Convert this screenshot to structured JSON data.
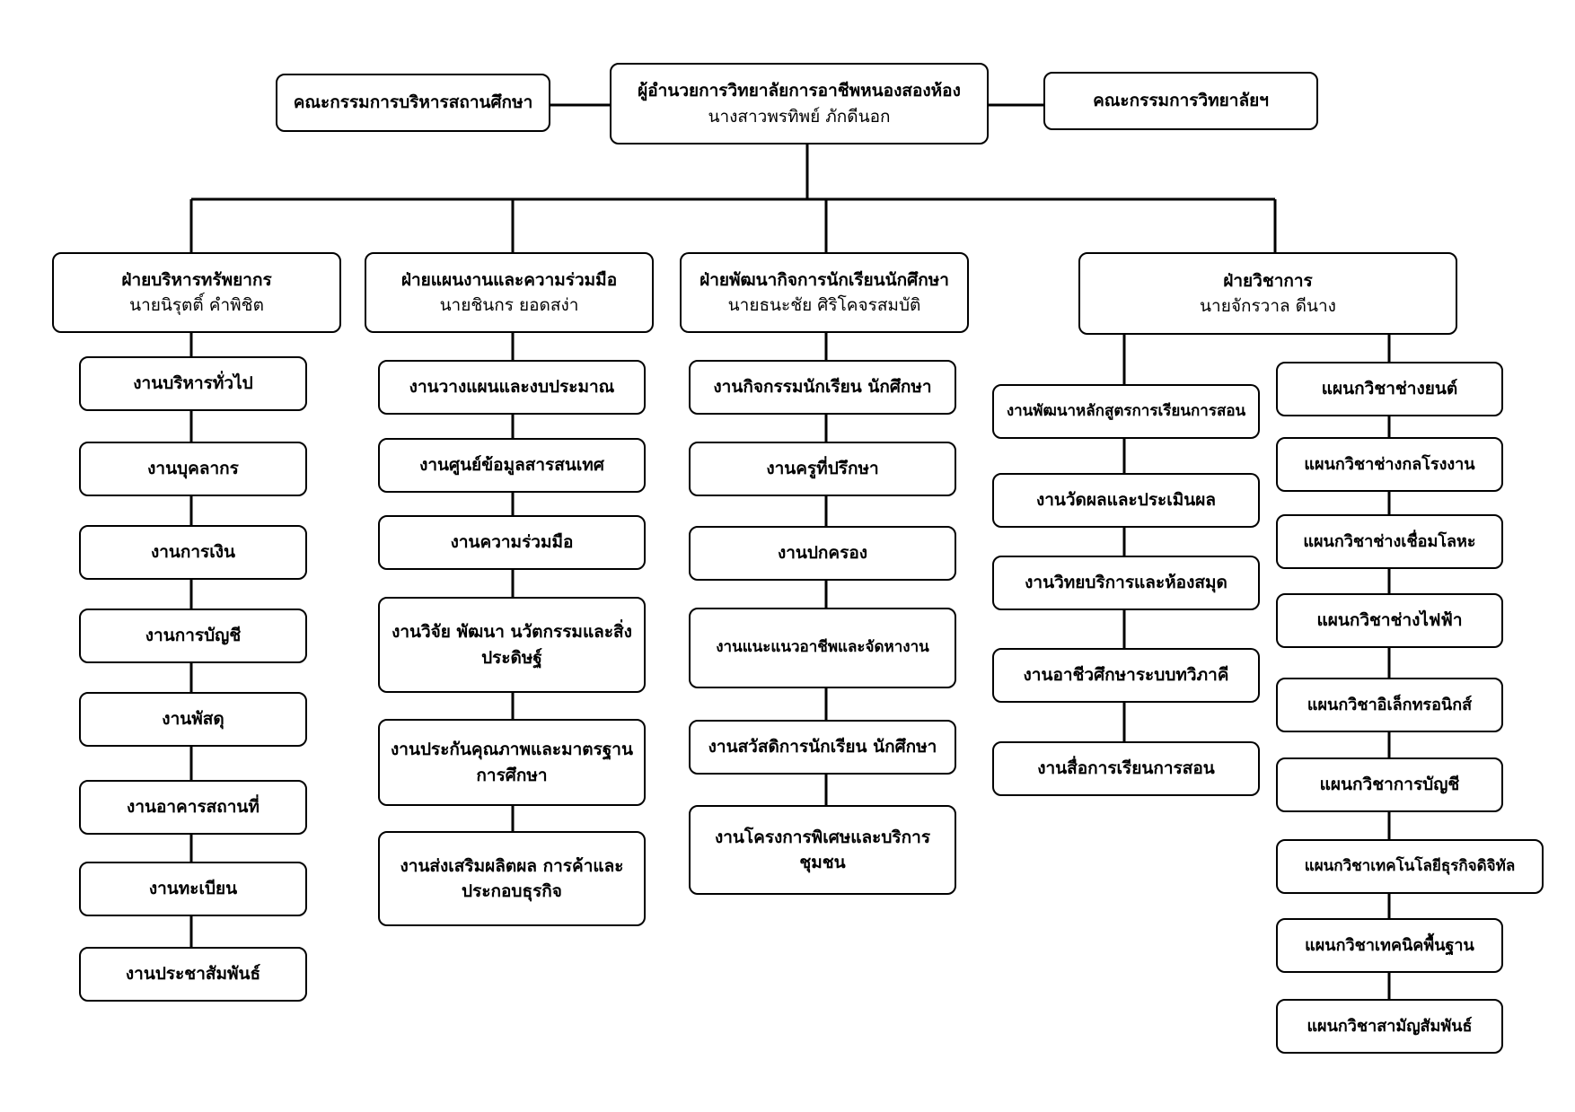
{
  "top": {
    "director_title": "ผู้อำนวยการวิทยาลัยการอาชีพหนองสองห้อง",
    "director_name": "นางสาวพรทิพย์  ภักดีนอก",
    "left_board": "คณะกรรมการบริหารสถานศึกษา",
    "right_board": "คณะกรรมการวิทยาลัยฯ"
  },
  "divisions": [
    {
      "title": "ฝ่ายบริหารทรัพยากร",
      "head": "นายนิรุตติ์  คำพิชิต",
      "units": [
        "งานบริหารทั่วไป",
        "งานบุคลากร",
        "งานการเงิน",
        "งานการบัญชี",
        "งานพัสดุ",
        "งานอาคารสถานที่",
        "งานทะเบียน",
        "งานประชาสัมพันธ์"
      ]
    },
    {
      "title": "ฝ่ายแผนงานและความร่วมมือ",
      "head": "นายชินกร  ยอดสง่า",
      "units": [
        "งานวางแผนและงบประมาณ",
        "งานศูนย์ข้อมูลสารสนเทศ",
        "งานความร่วมมือ",
        "งานวิจัย  พัฒนา  นวัตกรรมและสิ่งประดิษฐ์",
        "งานประกันคุณภาพและมาตรฐานการศึกษา",
        "งานส่งเสริมผลิตผล การค้าและประกอบธุรกิจ"
      ]
    },
    {
      "title": "ฝ่ายพัฒนากิจการนักเรียนนักศึกษา",
      "head": "นายธนะชัย  ศิริโคจรสมบัติ",
      "units": [
        "งานกิจกรรมนักเรียน นักศึกษา",
        "งานครูที่ปรึกษา",
        "งานปกครอง",
        "งานแนะแนวอาชีพและจัดหางาน",
        "งานสวัสดิการนักเรียน นักศึกษา",
        "งานโครงการพิเศษและบริการชุมชน"
      ]
    },
    {
      "title": "ฝ่ายวิชาการ",
      "head": "นายจักรวาล  ดีนาง",
      "units": [
        "งานพัฒนาหลักสูตรการเรียนการสอน",
        "งานวัดผลและประเมินผล",
        "งานวิทยบริการและห้องสมุด",
        "งานอาชีวศึกษาระบบทวิภาคี",
        "งานสื่อการเรียนการสอน"
      ],
      "departments": [
        "แผนกวิชาช่างยนต์",
        "แผนกวิชาช่างกลโรงงาน",
        "แผนกวิชาช่างเชื่อมโลหะ",
        "แผนกวิชาช่างไฟฟ้า",
        "แผนกวิชาอิเล็กทรอนิกส์",
        "แผนกวิชาการบัญชี",
        "แผนกวิชาเทคโนโลยีธุรกิจดิจิทัล",
        "แผนกวิชาเทคนิคพื้นฐาน",
        "แผนกวิชาสามัญสัมพันธ์"
      ]
    }
  ]
}
